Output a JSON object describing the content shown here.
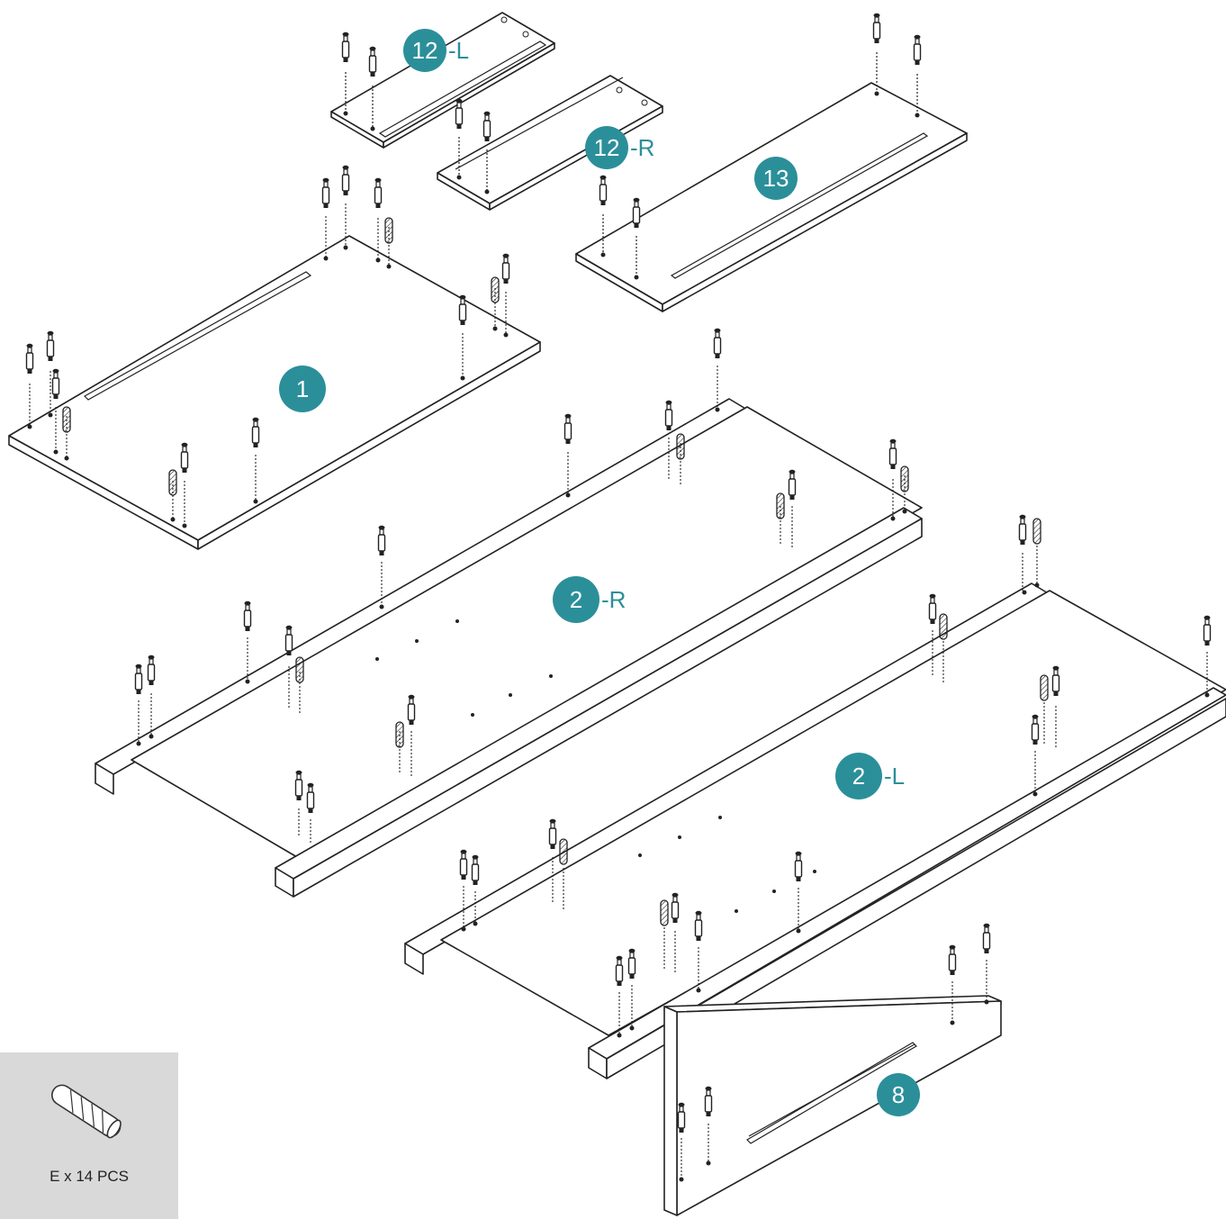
{
  "parts": [
    {
      "id": "part-12-L",
      "number": "12",
      "suffix": "-L"
    },
    {
      "id": "part-12-R",
      "number": "12",
      "suffix": "-R"
    },
    {
      "id": "part-13",
      "number": "13",
      "suffix": ""
    },
    {
      "id": "part-1",
      "number": "1",
      "suffix": ""
    },
    {
      "id": "part-2-R",
      "number": "2",
      "suffix": "-R"
    },
    {
      "id": "part-2-L",
      "number": "2",
      "suffix": "-L"
    },
    {
      "id": "part-8",
      "number": "8",
      "suffix": ""
    }
  ],
  "legend": {
    "label": "E x 14 PCS",
    "icon": "wood-dowel-icon"
  },
  "colors": {
    "badge": "#2b8f9a",
    "line": "#222222",
    "legend_bg": "#d9d9d9"
  }
}
